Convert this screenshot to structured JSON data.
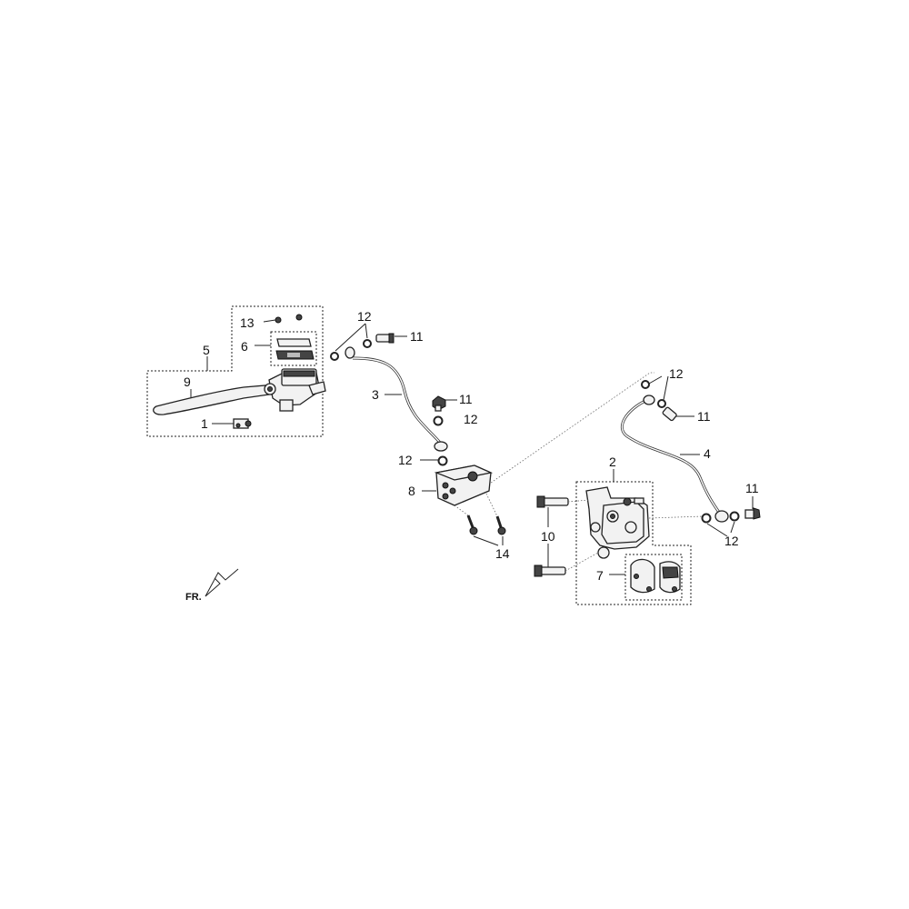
{
  "callouts": {
    "c1": "1",
    "c2": "2",
    "c3": "3",
    "c4": "4",
    "c5": "5",
    "c6": "6",
    "c7": "7",
    "c8": "8",
    "c9": "9",
    "c10": "10",
    "c11a": "11",
    "c11b": "11",
    "c11c": "11",
    "c11d": "11",
    "c12a": "12",
    "c12b": "12",
    "c12c": "12",
    "c12d": "12",
    "c12e": "12",
    "c13": "13",
    "c14": "14"
  },
  "direction_label": "FR."
}
